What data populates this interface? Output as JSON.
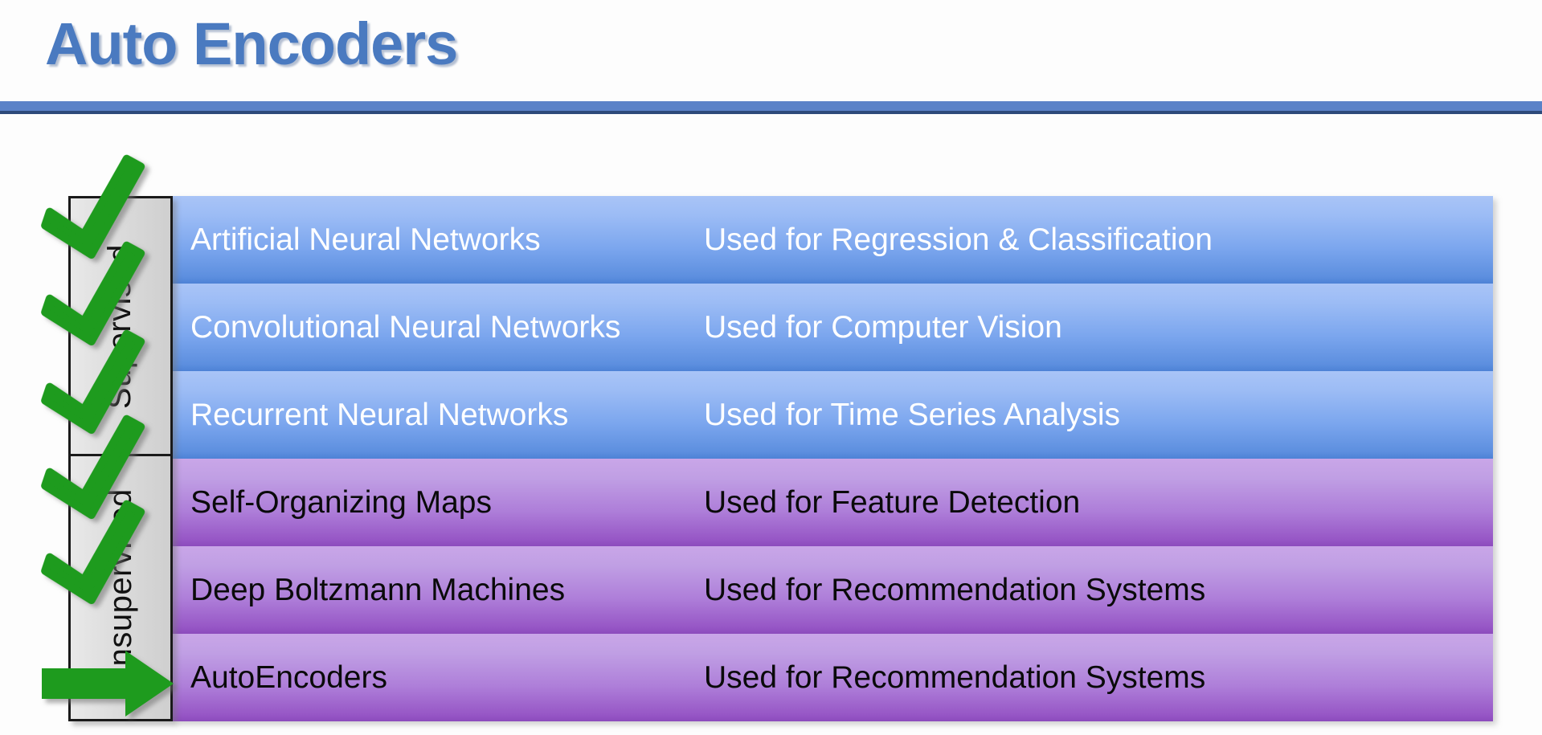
{
  "slide": {
    "title": "Auto Encoders"
  },
  "colors": {
    "title_text": "#4A7AC0",
    "title_rule": "#5B82C8",
    "title_rule_shadow": "#2D4A7A",
    "supervised_row_top": "#A9C4F7",
    "supervised_row_bottom": "#4D82D6",
    "unsupervised_row_top": "#C9A6E8",
    "unsupervised_row_bottom": "#8C4BBD",
    "sidebar_background": "#DCDCDC",
    "sidebar_border": "#1A1A1A",
    "marker_green": "#1E9B1E",
    "supervised_text": "#FFFFFF",
    "unsupervised_text": "#0A0A0A"
  },
  "sidebar": {
    "categories": [
      {
        "label": "Supervised"
      },
      {
        "label": "Unsupervised"
      }
    ]
  },
  "table": {
    "rows": [
      {
        "name": "Artificial Neural Networks",
        "usage": "Used for Regression & Classification",
        "category": "Supervised",
        "marker": "check-icon"
      },
      {
        "name": "Convolutional Neural Networks",
        "usage": "Used for Computer Vision",
        "category": "Supervised",
        "marker": "check-icon"
      },
      {
        "name": "Recurrent Neural Networks",
        "usage": "Used for Time Series Analysis",
        "category": "Supervised",
        "marker": "check-icon"
      },
      {
        "name": "Self-Organizing Maps",
        "usage": "Used for Feature Detection",
        "category": "Unsupervised",
        "marker": "check-icon"
      },
      {
        "name": "Deep Boltzmann Machines",
        "usage": "Used for Recommendation Systems",
        "category": "Unsupervised",
        "marker": "check-icon"
      },
      {
        "name": "AutoEncoders",
        "usage": "Used for Recommendation Systems",
        "category": "Unsupervised",
        "marker": "arrow-right-icon"
      }
    ]
  }
}
